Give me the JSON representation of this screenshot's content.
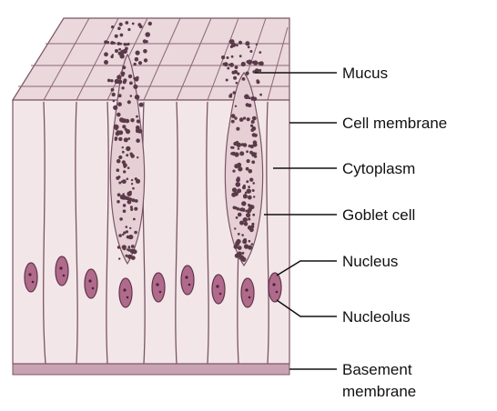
{
  "diagram": {
    "labels": [
      {
        "id": "mucus",
        "text": "Mucus"
      },
      {
        "id": "cell_membrane",
        "text": "Cell membrane"
      },
      {
        "id": "cytoplasm",
        "text": "Cytoplasm"
      },
      {
        "id": "goblet_cell",
        "text": "Goblet cell"
      },
      {
        "id": "nucleus",
        "text": "Nucleus"
      },
      {
        "id": "nucleolus",
        "text": "Nucleolus"
      },
      {
        "id": "basement_membrane_1",
        "text": "Basement"
      },
      {
        "id": "basement_membrane_2",
        "text": "membrane"
      }
    ],
    "colors": {
      "cell_fill": "#f3e6e9",
      "cell_shade": "#e6d0d6",
      "outline": "#7a5565",
      "nucleus_fill": "#b06a8c",
      "goblet_dots": "#5a3a48",
      "basement": "#c9a3b2"
    }
  }
}
